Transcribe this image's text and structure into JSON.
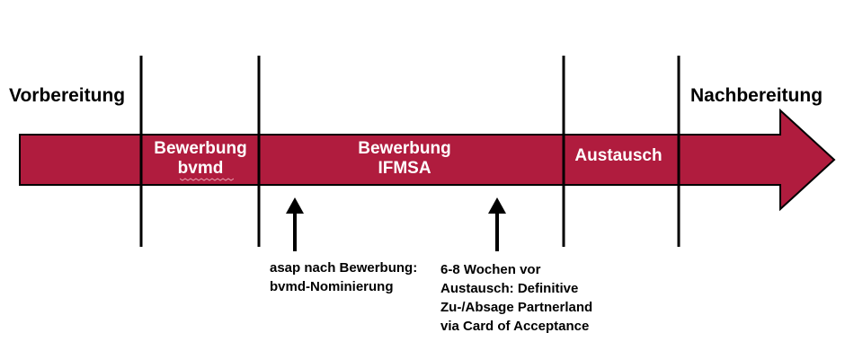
{
  "colors": {
    "arrow_fill": "#b01c3e",
    "arrow_stroke": "#000000",
    "divider": "#000000",
    "inner_text": "#ffffff"
  },
  "phases": {
    "before": "Vorbereitung",
    "after": "Nachbereitung",
    "bvmd": [
      "Bewerbung",
      "bvmd"
    ],
    "ifmsa": [
      "Bewerbung",
      "IFMSA"
    ],
    "exchange": "Austausch"
  },
  "notes": {
    "first": [
      "asap nach Bewerbung:",
      "bvmd-Nominierung"
    ],
    "second": [
      "6-8 Wochen vor",
      "Austausch: Definitive",
      "Zu-/Absage Partnerland",
      "via Card of Acceptance"
    ]
  },
  "icons": {
    "pointer": "up-arrow-icon",
    "timeline": "right-arrow-icon"
  }
}
